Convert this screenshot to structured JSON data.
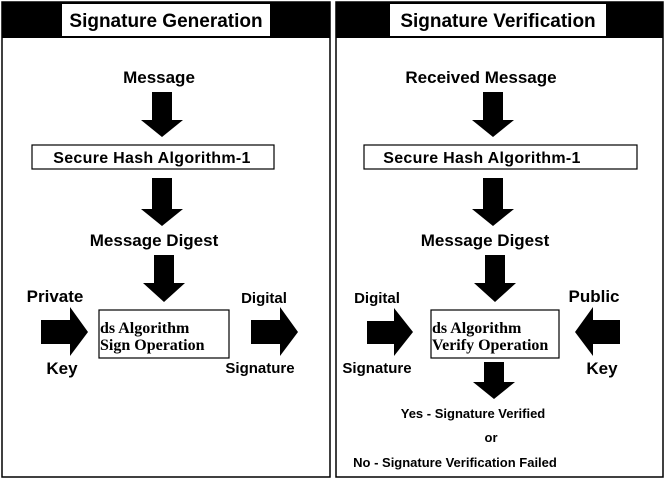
{
  "left_panel": {
    "title": "Signature Generation",
    "input_label": "Message",
    "hash_box": "Secure Hash Algorithm-1",
    "digest_label": "Message Digest",
    "key_label_top": "Private",
    "key_label_bottom": "Key",
    "op_line1": "ds Algorithm",
    "op_line2": "Sign Operation",
    "out_label_top": "Digital",
    "out_label_bottom": "Signature"
  },
  "right_panel": {
    "title": "Signature Verification",
    "input_label": "Received Message",
    "hash_box": "Secure Hash Algorithm-1",
    "digest_label": "Message Digest",
    "sig_label_top": "Digital",
    "sig_label_bottom": "Signature",
    "key_label_top": "Public",
    "key_label_bottom": "Key",
    "op_line1": "ds Algorithm",
    "op_line2": "Verify Operation",
    "result_yes": "Yes - Signature Verified",
    "result_or": "or",
    "result_no": "No - Signature Verification Failed"
  },
  "colors": {
    "stroke": "#000000",
    "background": "#ffffff"
  }
}
